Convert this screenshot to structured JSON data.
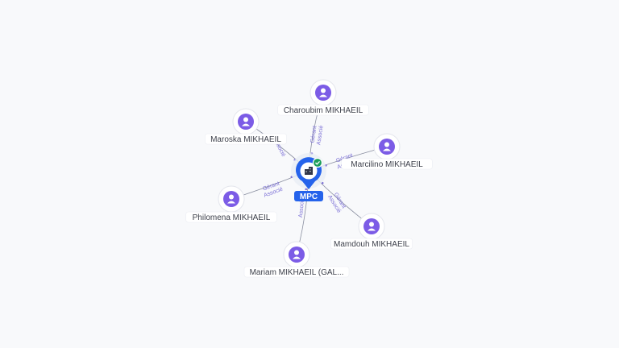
{
  "center": {
    "label": "MPC",
    "icon": "building-icon",
    "status_icon": "verified-check-icon"
  },
  "colors": {
    "accent": "#2563eb",
    "person": "#7c5ce6",
    "edge": "#8a8fa0",
    "check": "#1b9e5a",
    "edge_label": "#7b6fd6"
  },
  "people": [
    {
      "name": "Charoubim MIKHAEIL",
      "role_lines": [
        "Gérant",
        "Associé"
      ]
    },
    {
      "name": "Maroska MIKHAEIL",
      "role_lines": [
        "Associé"
      ]
    },
    {
      "name": "Marcilino MIKHAEIL",
      "role_lines": [
        "Gérant",
        "Associé"
      ]
    },
    {
      "name": "Philomena MIKHAEIL",
      "role_lines": [
        "Gérant",
        "Associé"
      ]
    },
    {
      "name": "Mamdouh MIKHAEIL",
      "role_lines": [
        "Gérant",
        "Associé"
      ]
    },
    {
      "name": "Mariam MIKHAEIL (GAL...",
      "role_lines": [
        "Associé"
      ]
    }
  ]
}
